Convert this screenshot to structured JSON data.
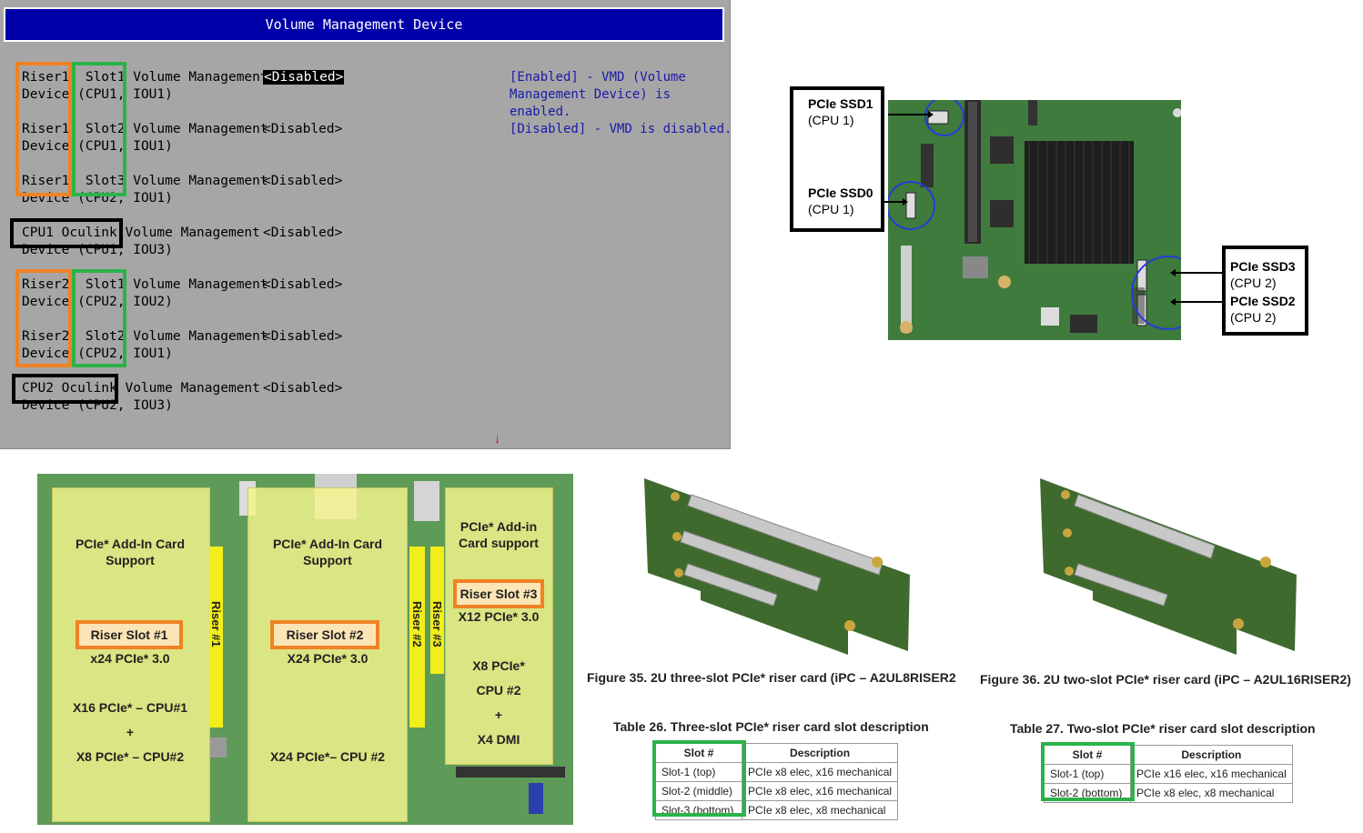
{
  "bios": {
    "title": "Volume Management Device",
    "rows": [
      {
        "line1": "Riser1  Slot1 Volume Management",
        "line2": "Device (CPU1, IOU1)",
        "value": "<Disabled>",
        "selected": true
      },
      {
        "line1": "Riser1  Slot2 Volume Management",
        "line2": "Device (CPU1, IOU1)",
        "value": "<Disabled>",
        "selected": false
      },
      {
        "line1": "Riser1  Slot3 Volume Management",
        "line2": "Device (CPU2, IOU1)",
        "value": "<Disabled>",
        "selected": false
      },
      {
        "line1": "CPU1 Oculink Volume Management",
        "line2": "Device (CPU1, IOU3)",
        "value": "<Disabled>",
        "selected": false
      },
      {
        "line1": "Riser2  Slot1 Volume Management",
        "line2": "Device (CPU2, IOU2)",
        "value": "<Disabled>",
        "selected": false
      },
      {
        "line1": "Riser2  Slot2 Volume Management",
        "line2": "Device (CPU2, IOU1)",
        "value": "<Disabled>",
        "selected": false
      },
      {
        "line1": "CPU2 Oculink Volume Management",
        "line2": "Device (CPU2, IOU3)",
        "value": "<Disabled>",
        "selected": false
      }
    ],
    "help": [
      "[Enabled] - VMD (Volume",
      "Management Device) is",
      "enabled.",
      "[Disabled] - VMD is disabled."
    ],
    "scroll_indicator": "↓",
    "colors": {
      "header_bg": "#0000a8",
      "panel_bg": "#a6a6a6",
      "help_text": "#1a1aa8",
      "orange_highlight": "#f08224",
      "green_highlight": "#2bb34a"
    }
  },
  "ssd_figure": {
    "labels": [
      {
        "name": "PCIe SSD1",
        "cpu": "(CPU 1)"
      },
      {
        "name": "PCIe SSD0",
        "cpu": "(CPU 1)"
      },
      {
        "name": "PCIe SSD3",
        "cpu": "(CPU 2)"
      },
      {
        "name": "PCIe SSD2",
        "cpu": "(CPU 2)"
      }
    ]
  },
  "riser_layout": {
    "panels": [
      {
        "title": "PCIe* Add-In Card Support",
        "slot": "Riser Slot #1",
        "lanes": "x24 PCIe* 3.0",
        "cpu1": "X16 PCIe* – CPU#1",
        "plus": "+",
        "cpu2": "X8 PCIe* – CPU#2"
      },
      {
        "title": "PCIe* Add-In Card Support",
        "slot": "Riser Slot #2",
        "lanes": "X24 PCIe* 3.0",
        "cpu1": "X24 PCIe*– CPU #2"
      },
      {
        "title": "PCIe* Add-in Card support",
        "slot": "Riser Slot #3",
        "lanes": "X12 PCIe* 3.0",
        "x8": "X8 PCIe*",
        "cpu": "CPU #2",
        "plus": "+",
        "dmi": "X4 DMI"
      }
    ],
    "bars": [
      "Riser #1",
      "Riser #2",
      "Riser #3"
    ]
  },
  "riser_cards": {
    "fig35": "Figure 35. 2U three-slot PCIe* riser card (iPC – A2UL8RISER2",
    "fig36": "Figure 36. 2U two-slot PCIe* riser card (iPC – A2UL16RISER2)",
    "table26": {
      "title": "Table 26. Three-slot PCIe* riser card slot description",
      "headers": [
        "Slot #",
        "Description"
      ],
      "rows": [
        [
          "Slot-1 (top)",
          "PCIe x8 elec, x16 mechanical"
        ],
        [
          "Slot-2 (middle)",
          "PCIe x8 elec, x16 mechanical"
        ],
        [
          "Slot-3 (bottom)",
          "PCIe x8 elec, x8 mechanical"
        ]
      ]
    },
    "table27": {
      "title": "Table 27. Two-slot PCIe* riser card slot description",
      "headers": [
        "Slot #",
        "Description"
      ],
      "rows": [
        [
          "Slot-1 (top)",
          "PCIe x16 elec, x16 mechanical"
        ],
        [
          "Slot-2 (bottom)",
          "PCIe x8 elec, x8 mechanical"
        ]
      ]
    }
  }
}
